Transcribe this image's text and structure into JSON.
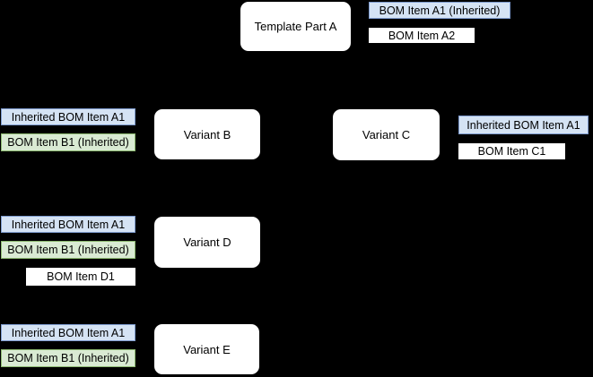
{
  "diagram": {
    "background": "#000000",
    "colors": {
      "node_fill": "#ffffff",
      "text": "#000000",
      "blue_label_fill": "#d5e3f4",
      "blue_label_border": "#7e9bce",
      "green_label_fill": "#d9ead3",
      "green_label_border": "#8cb970",
      "white_label_fill": "#ffffff"
    },
    "groups": [
      {
        "node": {
          "label": "Template Part A"
        },
        "items": [
          {
            "text": "BOM Item A1 (Inherited)",
            "color": "blue"
          },
          {
            "text": "BOM Item A2",
            "color": "white"
          }
        ]
      },
      {
        "node": {
          "label": "Variant B"
        },
        "items": [
          {
            "text": "Inherited BOM Item A1",
            "color": "blue"
          },
          {
            "text": "BOM Item B1 (Inherited)",
            "color": "green"
          }
        ]
      },
      {
        "node": {
          "label": "Variant C"
        },
        "items": [
          {
            "text": "Inherited BOM Item A1",
            "color": "blue"
          },
          {
            "text": "BOM Item C1",
            "color": "white"
          }
        ]
      },
      {
        "node": {
          "label": "Variant D"
        },
        "items": [
          {
            "text": "Inherited BOM Item A1",
            "color": "blue"
          },
          {
            "text": "BOM Item B1 (Inherited)",
            "color": "green"
          },
          {
            "text": "BOM Item D1",
            "color": "white"
          }
        ]
      },
      {
        "node": {
          "label": "Variant E"
        },
        "items": [
          {
            "text": "Inherited BOM Item A1",
            "color": "blue"
          },
          {
            "text": "BOM Item B1 (Inherited)",
            "color": "green"
          }
        ]
      }
    ]
  }
}
